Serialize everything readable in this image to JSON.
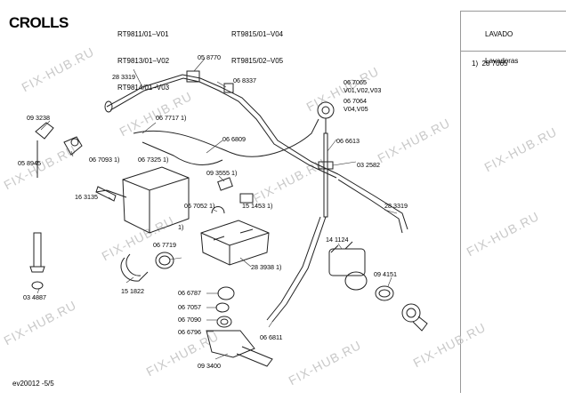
{
  "header": {
    "brand": "CROLLS",
    "models_col1": [
      "RT9811/01–V01",
      "RT9813/01–V02",
      "RT9814/01–V03"
    ],
    "models_col2": [
      "RT9815/01–V04",
      "RT9815/02–V05"
    ],
    "category": "LAVADO",
    "subcategory": "Lavadoras"
  },
  "side_note": "1)  28 7065",
  "watermark": "FIX-HUB.RU",
  "footer": "ev20012 -5/5",
  "part_labels": {
    "p058770": "05 8770",
    "p283319a": "28 3319",
    "p068337": "06 8337",
    "p067065": "06 7065",
    "p_v010203": "V01,V02,V03",
    "p067064": "06 7064",
    "p_v0405": "V04,V05",
    "p093238": "09 3238",
    "p067717": "06 7717 1)",
    "p066809": "06 6809",
    "p066613": "06 6613",
    "p058945": "05 8945",
    "p067093": "06 7093 1)",
    "p067325": "06 7325 1)",
    "p032582": "03 2582",
    "p093555": "09 3555 1)",
    "p163135": "16 3135",
    "p067052": "06 7052 1)",
    "p151453": "15 1453 1)",
    "p283319b": "28 3319",
    "p1": "1)",
    "p067719": "06 7719",
    "p141124": "14 1124",
    "p283938": "28 3938 1)",
    "p094151": "09 4151",
    "p034887": "03 4887",
    "p151822": "15 1822",
    "p066787": "06 6787",
    "p067057": "06 7057",
    "p067090": "06 7090",
    "p066796": "06 6796",
    "p066811": "06 6811",
    "p093400": "09 3400"
  }
}
